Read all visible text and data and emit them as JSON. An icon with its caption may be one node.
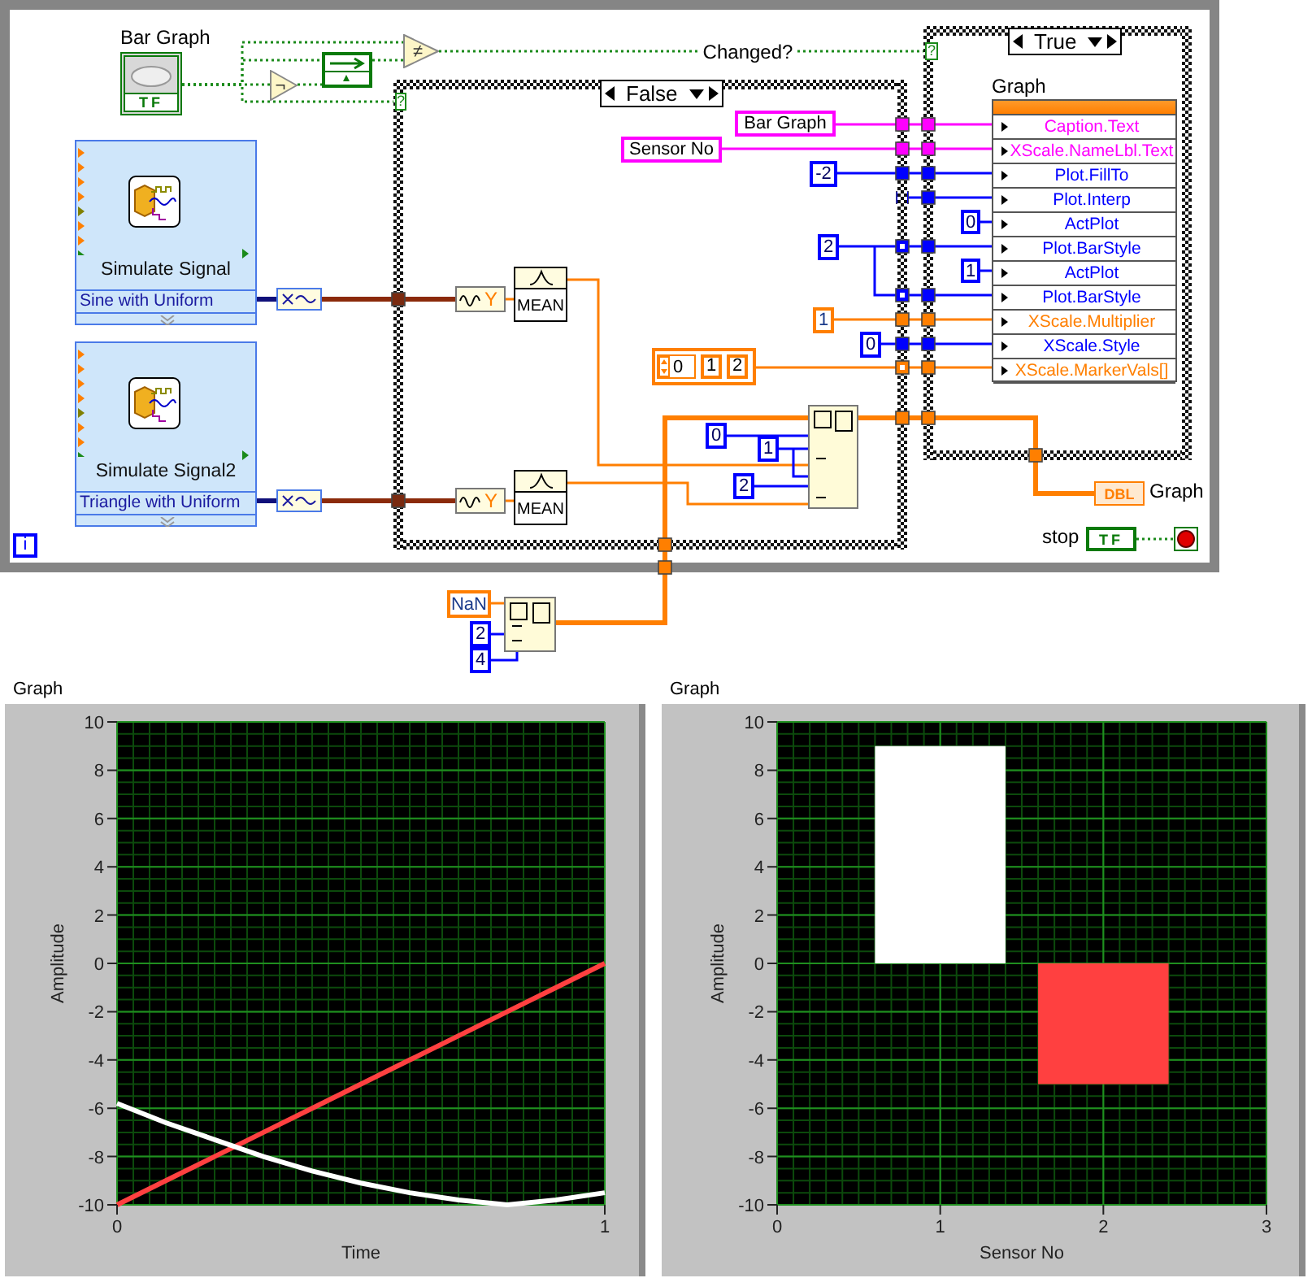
{
  "diagram": {
    "nodes": [
      {
        "text": [],
        "shape": "box"
      },
      {
        "text": [
          "Bar Graph",
          "TF"
        ],
        "in": 0
      },
      {
        "text": [
          "¬"
        ],
        "in": 0
      },
      {
        "text": [],
        "shape": "box",
        "in": 0
      },
      {
        "text": [
          "≠"
        ],
        "in": 0
      },
      {
        "text": [
          "True"
        ],
        "in": 0
      },
      {
        "text": [
          "?"
        ],
        "in": 5
      },
      {
        "text": [
          "Graph",
          "Caption.Text",
          "XScale.NameLbl.Text",
          "Plot.FillTo",
          "Plot.Interp",
          "ActPlot",
          "Plot.BarStyle",
          "ActPlot",
          "Plot.BarStyle",
          "XScale.Multiplier",
          "XScale.Style",
          "XScale.MarkerVals[]"
        ],
        "in": 5
      },
      {
        "text": [
          "0"
        ],
        "in": 5
      },
      {
        "text": [
          "1"
        ],
        "in": 5
      },
      {
        "text": [
          "False"
        ],
        "in": 0
      },
      {
        "text": [
          "?"
        ],
        "in": 10
      },
      {
        "text": [
          "Bar Graph"
        ],
        "in": 10
      },
      {
        "text": [
          "Sensor No"
        ],
        "in": 10
      },
      {
        "text": [
          "-2"
        ],
        "in": 10
      },
      {
        "text": [
          "2"
        ],
        "in": 10
      },
      {
        "text": [
          "1"
        ],
        "in": 10
      },
      {
        "text": [
          "0"
        ],
        "in": 10
      },
      {
        "text": [
          "0",
          "1",
          "2"
        ],
        "in": 10
      },
      {
        "text": [
          "Y"
        ],
        "in": 10
      },
      {
        "text": [
          "MEAN"
        ],
        "in": 10
      },
      {
        "text": [],
        "shape": "box",
        "in": 10
      },
      {
        "text": [
          "0"
        ],
        "in": 10
      },
      {
        "text": [
          "1"
        ],
        "in": 10
      },
      {
        "text": [
          "2"
        ],
        "in": 10
      },
      {
        "text": [
          "Y"
        ],
        "in": 10
      },
      {
        "text": [
          "MEAN"
        ],
        "in": 10
      },
      {
        "text": [
          "Simulate Signal",
          "Sine with Uniform"
        ],
        "in": 0
      },
      {
        "text": [],
        "shape": "box",
        "in": 0
      },
      {
        "text": [
          "Simulate Signal2",
          "Triangle with Uniform"
        ],
        "in": 0
      },
      {
        "text": [],
        "shape": "box",
        "in": 0
      },
      {
        "text": [
          "DBL"
        ],
        "beside": [
          "Graph"
        ],
        "in": 0
      },
      {
        "text": [
          "TF"
        ],
        "beside": [
          "stop"
        ],
        "in": 0
      },
      {
        "text": [],
        "shape": "circle",
        "in": 0
      },
      {
        "text": [
          "i"
        ],
        "in": 0
      },
      {
        "text": [
          "NaN"
        ]
      },
      {
        "text": [
          "2"
        ]
      },
      {
        "text": [
          "4"
        ]
      },
      {
        "text": [],
        "shape": "box"
      }
    ],
    "edges": [
      {
        "from": 1,
        "to": 4,
        "arrow": "none",
        "style": "dashed",
        "color": "#1a8a1a"
      },
      {
        "from": 1,
        "to": 3,
        "arrow": "none",
        "style": "dashed",
        "color": "#1a8a1a"
      },
      {
        "from": 1,
        "to": 2,
        "arrow": "none",
        "style": "dashed",
        "color": "#1a8a1a"
      },
      {
        "from": 2,
        "to": 3,
        "arrow": "none",
        "style": "dashed",
        "color": "#1a8a1a"
      },
      {
        "from": 3,
        "to": 4,
        "arrow": "none",
        "style": "dashed",
        "color": "#1a8a1a"
      },
      {
        "from": 1,
        "to": 11,
        "arrow": "none",
        "style": "dashed",
        "color": "#1a8a1a"
      },
      {
        "from": 4,
        "to": 6,
        "arrow": "none",
        "label": "Changed?",
        "style": "dashed",
        "color": "#1a8a1a"
      },
      {
        "from": 27,
        "to": 28,
        "arrow": "none",
        "style": "thick",
        "color": "#10107a"
      },
      {
        "from": 28,
        "to": 19,
        "arrow": "none",
        "style": "thick",
        "color": "#8b2a0a"
      },
      {
        "from": 29,
        "to": 30,
        "arrow": "none",
        "style": "thick",
        "color": "#10107a"
      },
      {
        "from": 30,
        "to": 25,
        "arrow": "none",
        "style": "thick",
        "color": "#8b2a0a"
      },
      {
        "from": 19,
        "to": 20,
        "arrow": "none",
        "color": "#ff7f00"
      },
      {
        "from": 25,
        "to": 26,
        "arrow": "none",
        "color": "#ff7f00"
      },
      {
        "from": 20,
        "to": 21,
        "arrow": "none",
        "color": "#ff7f00"
      },
      {
        "from": 26,
        "to": 21,
        "arrow": "none",
        "color": "#ff7f00"
      },
      {
        "from": 22,
        "to": 21,
        "arrow": "none"
      },
      {
        "from": 23,
        "to": 21,
        "arrow": "none"
      },
      {
        "from": 24,
        "to": 21,
        "arrow": "none"
      },
      {
        "from": 38,
        "to": 21,
        "arrow": "none",
        "style": "thick",
        "color": "#ff7f00"
      },
      {
        "from": 21,
        "to": 31,
        "arrow": "none",
        "style": "thick",
        "color": "#ff7f00"
      },
      {
        "from": 35,
        "to": 38,
        "arrow": "none",
        "color": "#ff7f00"
      },
      {
        "from": 36,
        "to": 38,
        "arrow": "none"
      },
      {
        "from": 37,
        "to": 38,
        "arrow": "none"
      },
      {
        "from": 12,
        "to": 7,
        "arrow": "none",
        "color": "#ff00ff"
      },
      {
        "from": 13,
        "to": 7,
        "arrow": "none",
        "color": "#ff00ff"
      },
      {
        "from": 14,
        "to": 7,
        "arrow": "none"
      },
      {
        "from": 10,
        "to": 7,
        "arrow": "other"
      },
      {
        "from": 8,
        "to": 7,
        "arrow": "none"
      },
      {
        "from": 15,
        "to": 7,
        "arrow": "none"
      },
      {
        "from": 9,
        "to": 7,
        "arrow": "none"
      },
      {
        "from": 16,
        "to": 7,
        "arrow": "none",
        "color": "#ff7f00"
      },
      {
        "from": 17,
        "to": 7,
        "arrow": "none"
      },
      {
        "from": 18,
        "to": 7,
        "arrow": "none",
        "color": "#ff7f00"
      },
      {
        "from": 32,
        "to": 33,
        "arrow": "none",
        "style": "dashed",
        "color": "#1a8a1a"
      }
    ],
    "chart_data": [
      {
        "type": "line",
        "title": "Graph",
        "xlabel": "Time",
        "ylabel": "Amplitude",
        "x": [
          0,
          0.1,
          0.2,
          0.3,
          0.4,
          0.5,
          0.6,
          0.7,
          0.8,
          0.9,
          1
        ],
        "series": [
          {
            "color": "#ff4040",
            "values": [
              -10,
              -9,
              -8,
              -7,
              -6,
              -5,
              -4,
              -3,
              -2,
              -1,
              0
            ]
          },
          {
            "color": "#ffffff",
            "values": [
              -5.8,
              -6.6,
              -7.3,
              -8,
              -8.6,
              -9.1,
              -9.5,
              -9.8,
              -10,
              -9.8,
              -9.5
            ]
          }
        ],
        "grid": true,
        "xlim": [
          0,
          1
        ],
        "ylim": [
          -10,
          10
        ],
        "xticks": [
          0,
          1
        ],
        "yticks": [
          -10,
          -8,
          -6,
          -4,
          -2,
          0,
          2,
          4,
          6,
          8,
          10
        ]
      },
      {
        "type": "bar",
        "title": "Graph",
        "xlabel": "Sensor No",
        "ylabel": "Amplitude",
        "x": [
          1,
          2
        ],
        "series": [
          {
            "color": "#ffffff",
            "values": [
              9,
              null
            ]
          },
          {
            "color": "#ff4040",
            "values": [
              null,
              -5
            ]
          }
        ],
        "grid": true,
        "xlim": [
          0,
          3
        ],
        "ylim": [
          -10,
          10
        ],
        "xticks": [
          0,
          1,
          2,
          3
        ],
        "yticks": [
          -10,
          -8,
          -6,
          -4,
          -2,
          0,
          2,
          4,
          6,
          8,
          10
        ]
      }
    ]
  }
}
